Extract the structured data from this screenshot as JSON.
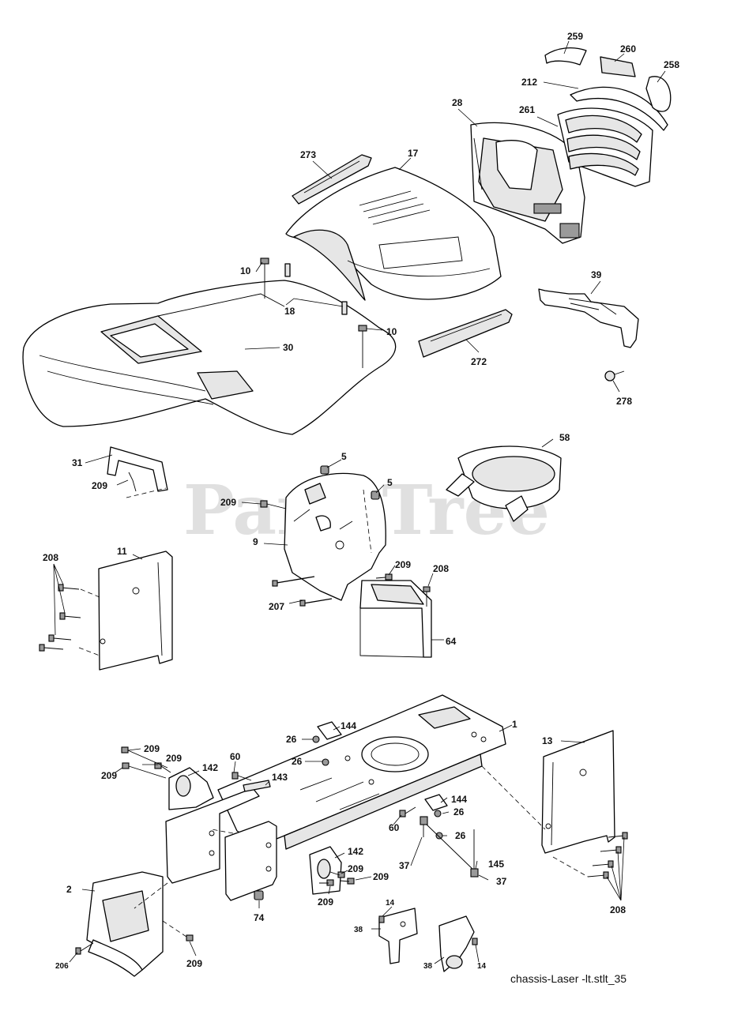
{
  "watermark": "PartsTree",
  "footer": "chassis-Laser -lt.stlt_35",
  "callouts": {
    "c259": "259",
    "c260": "260",
    "c258": "258",
    "c212": "212",
    "c28": "28",
    "c261": "261",
    "c273": "273",
    "c17": "17",
    "c10a": "10",
    "c18": "18",
    "c10b": "10",
    "c30": "30",
    "c272": "272",
    "c39": "39",
    "c278": "278",
    "c58": "58",
    "c31": "31",
    "c209a": "209",
    "c5a": "5",
    "c5b": "5",
    "c209b": "209",
    "c9": "9",
    "c208a": "208",
    "c11": "11",
    "c209c": "209",
    "c208b": "208",
    "c207": "207",
    "c64": "64",
    "c1": "1",
    "c144a": "144",
    "c26a": "26",
    "c26b": "26",
    "c13": "13",
    "c209d": "209",
    "c209e": "209",
    "c209f": "209",
    "c142a": "142",
    "c60a": "60",
    "c143": "143",
    "c144b": "144",
    "c26c": "26",
    "c60b": "60",
    "c26d": "26",
    "c37a": "37",
    "c145": "145",
    "c37b": "37",
    "c142b": "142",
    "c209g": "209",
    "c209h": "209",
    "c209i": "209",
    "c2": "2",
    "c74": "74",
    "c208c": "208",
    "c14a": "14",
    "c38a": "38",
    "c14b": "14",
    "c38b": "38",
    "c206": "206",
    "c209j": "209"
  }
}
